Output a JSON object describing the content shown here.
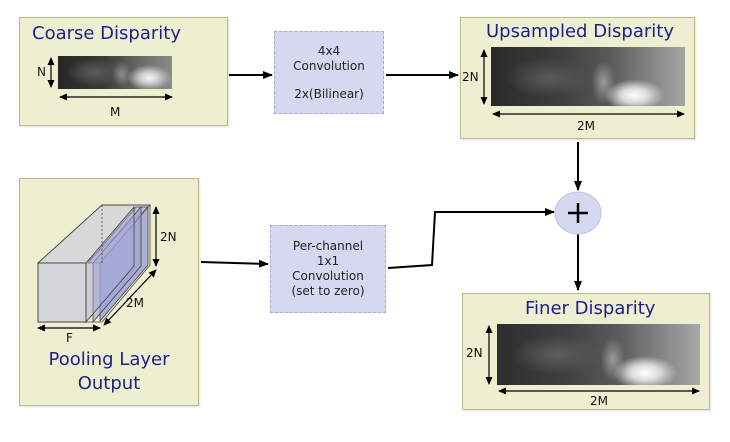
{
  "coarse": {
    "title": "Coarse Disparity",
    "height_label": "N",
    "width_label": "M"
  },
  "upsample_op": {
    "line1": "4x4",
    "line2": "Convolution",
    "line3": "2x(Bilinear)"
  },
  "upsampled": {
    "title": "Upsampled Disparity",
    "height_label": "2N",
    "width_label": "2M"
  },
  "pooling": {
    "title_line1": "Pooling Layer",
    "title_line2": "Output",
    "depth_label": "F",
    "width_label": "2M",
    "height_label": "2N"
  },
  "channel_op": {
    "line1": "Per-channel",
    "line2": "1x1",
    "line3": "Convolution",
    "line4": "(set to zero)"
  },
  "sum_node": {
    "symbol": "+"
  },
  "finer": {
    "title": "Finer Disparity",
    "height_label": "2N",
    "width_label": "2M"
  },
  "colors": {
    "panel_bg": "#eeeed0",
    "op_bg": "#d6d8f0",
    "title_text": "#1d1f8c",
    "cube_face": "#8c8fd0"
  }
}
